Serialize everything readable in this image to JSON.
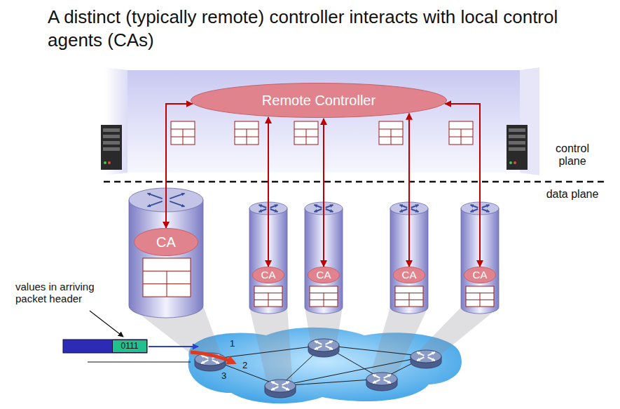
{
  "diagram": {
    "title": "A distinct (typically remote) controller interacts with local control agents (CAs)",
    "nodes": [
      {
        "text": [
          "Remote Controller"
        ]
      },
      {
        "text": [
          "CA"
        ]
      },
      {
        "text": [
          "CA"
        ]
      },
      {
        "text": [
          "CA"
        ]
      },
      {
        "text": [
          "CA"
        ]
      },
      {
        "text": [
          "CA"
        ]
      },
      {
        "text": [
          "0111"
        ]
      }
    ],
    "edges": [
      {
        "from": 0,
        "to": 1,
        "arrow": "both"
      },
      {
        "from": 0,
        "to": 2,
        "arrow": "both"
      },
      {
        "from": 0,
        "to": 3,
        "arrow": "both"
      },
      {
        "from": 0,
        "to": 4,
        "arrow": "both"
      },
      {
        "from": 0,
        "to": 5,
        "arrow": "both"
      }
    ],
    "labels": [
      "control plane",
      "data plane",
      "values in arriving packet header",
      "1",
      "2",
      "3"
    ]
  }
}
